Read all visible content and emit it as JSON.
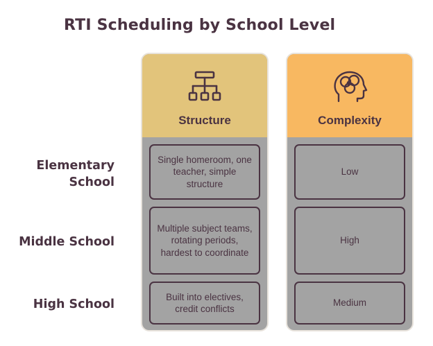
{
  "title": "RTI Scheduling by School Level",
  "rows": [
    {
      "label_line1": "Elementary",
      "label_line2": "School"
    },
    {
      "label": "Middle School"
    },
    {
      "label": "High School"
    }
  ],
  "columns": [
    {
      "header": "Structure",
      "icon": "hierarchy-icon",
      "cells": [
        "Single homeroom, one teacher, simple structure",
        "Multiple subject teams, rotating periods, hardest to coordinate",
        "Built into electives, credit conflicts"
      ]
    },
    {
      "header": "Complexity",
      "icon": "brain-head-icon",
      "cells": [
        "Low",
        "High",
        "Medium"
      ]
    }
  ],
  "colors": {
    "text": "#4a3342",
    "structure_header": "#e2c47b",
    "complexity_header": "#f8b861",
    "body": "#a3a3a3"
  }
}
